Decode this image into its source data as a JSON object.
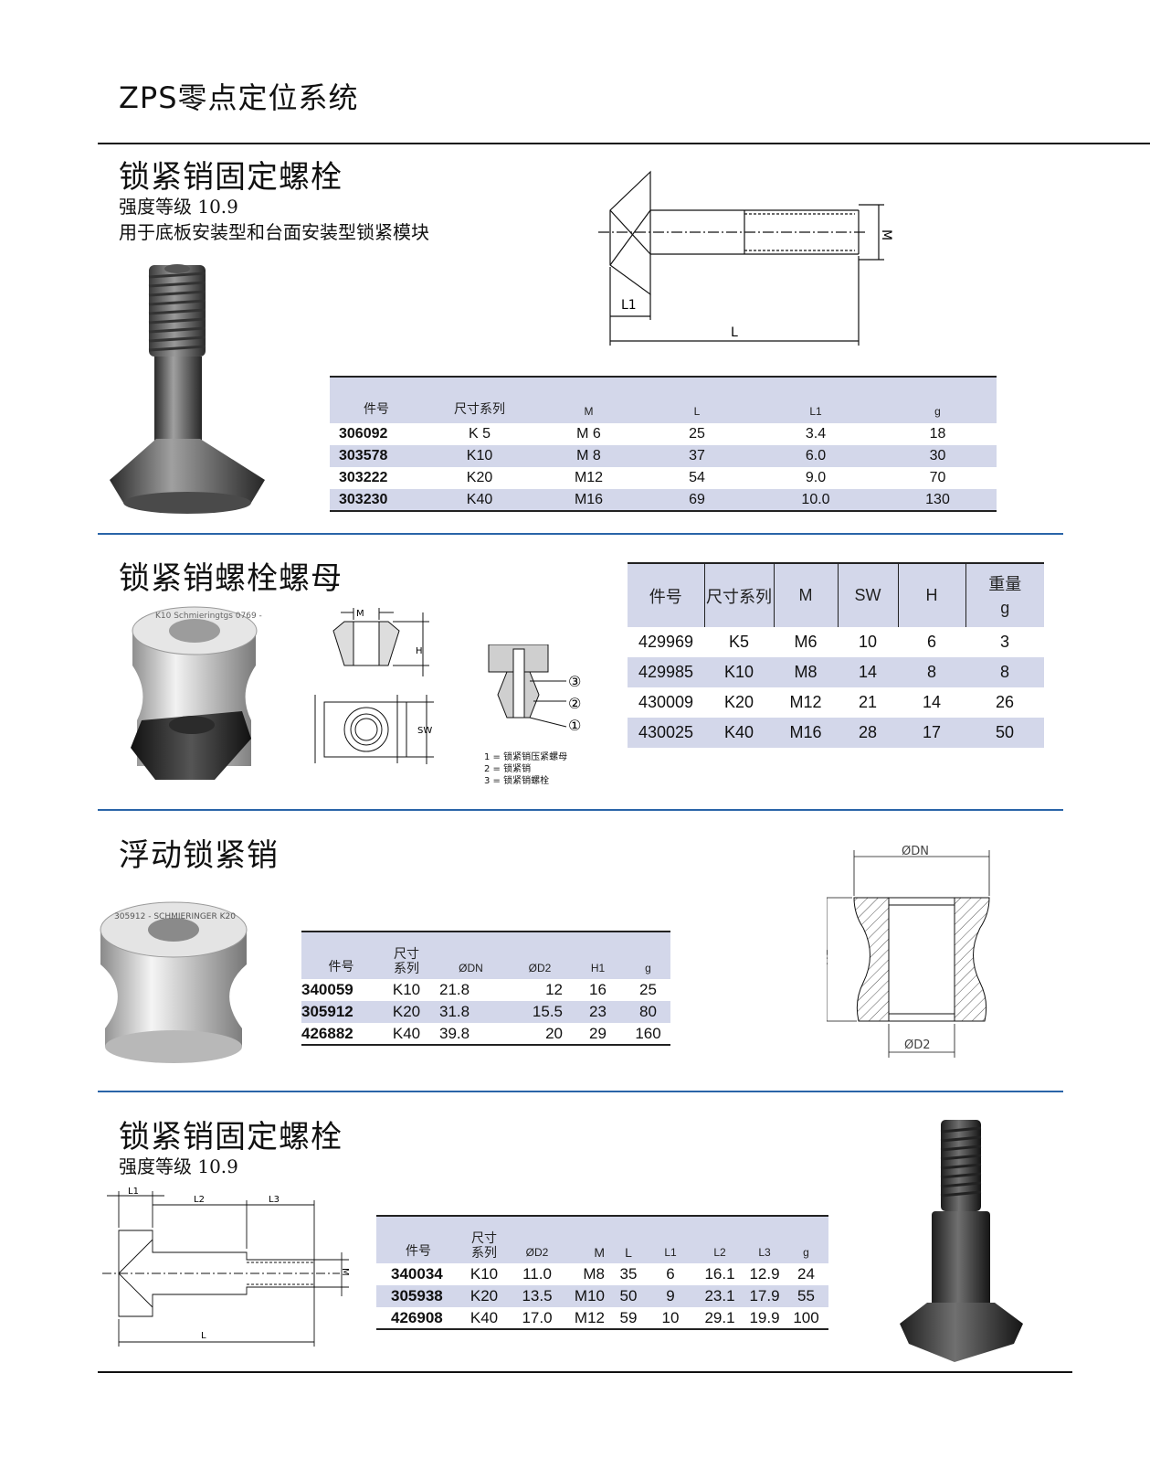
{
  "page_title": "ZPS零点定位系统",
  "colors": {
    "accent_rule": "#2a64a8",
    "table_header": "#d3d7ea"
  },
  "s1": {
    "title": "锁紧销固定螺栓",
    "line1": "强度等级 10.9",
    "line2": "用于底板安装型和台面安装型锁紧模块",
    "dim_labels": {
      "m": "M",
      "l1": "L1",
      "l": "L"
    },
    "headers": [
      "件号",
      "尺寸系列",
      "M",
      "L",
      "L1",
      "g"
    ],
    "rows": [
      [
        "306092",
        "K 5",
        "M 6",
        "25",
        "3.4",
        "18"
      ],
      [
        "303578",
        "K10",
        "M 8",
        "37",
        "6.0",
        "30"
      ],
      [
        "303222",
        "K20",
        "M12",
        "54",
        "9.0",
        "70"
      ],
      [
        "303230",
        "K40",
        "M16",
        "69",
        "10.0",
        "130"
      ]
    ]
  },
  "s2": {
    "title": "锁紧销螺栓螺母",
    "photo_text": "K10 Schmieringtgs 0769 -",
    "dim_labels": {
      "m": "M",
      "h": "H",
      "sw": "SW"
    },
    "callouts": [
      "③",
      "②",
      "①"
    ],
    "legend": [
      "1 = 锁紧销压紧螺母",
      "2 = 锁紧销",
      "3 = 锁紧销螺栓"
    ],
    "headers": [
      "件号",
      "尺寸系列",
      "M",
      "SW",
      "H",
      "重量",
      "g"
    ],
    "rows": [
      [
        "429969",
        "K5",
        "M6",
        "10",
        "6",
        "3"
      ],
      [
        "429985",
        "K10",
        "M8",
        "14",
        "8",
        "8"
      ],
      [
        "430009",
        "K20",
        "M12",
        "21",
        "14",
        "26"
      ],
      [
        "430025",
        "K40",
        "M16",
        "28",
        "17",
        "50"
      ]
    ]
  },
  "s3": {
    "title": "浮动锁紧销",
    "photo_text": "305912 - SCHMIERINGER K20",
    "dim_labels": {
      "dn": "ØDN",
      "d2": "ØD2",
      "h1": "H1"
    },
    "headers": [
      "件号",
      "尺寸",
      "系列",
      "ØDN",
      "ØD2",
      "H1",
      "g"
    ],
    "rows": [
      [
        "340059",
        "K10",
        "21.8",
        "12",
        "16",
        "25"
      ],
      [
        "305912",
        "K20",
        "31.8",
        "15.5",
        "23",
        "80"
      ],
      [
        "426882",
        "K40",
        "39.8",
        "20",
        "29",
        "160"
      ]
    ]
  },
  "s4": {
    "title": "锁紧销固定螺栓",
    "line1": "强度等级 10.9",
    "dim_labels": {
      "l1": "L1",
      "l2": "L2",
      "l3": "L3",
      "m": "M",
      "l": "L"
    },
    "headers": [
      "件号",
      "尺寸",
      "系列",
      "ØD2",
      "M",
      "L",
      "L1",
      "L2",
      "L3",
      "g"
    ],
    "rows": [
      [
        "340034",
        "K10",
        "11.0",
        "M8",
        "35",
        "6",
        "16.1",
        "12.9",
        "24"
      ],
      [
        "305938",
        "K20",
        "13.5",
        "M10",
        "50",
        "9",
        "23.1",
        "17.9",
        "55"
      ],
      [
        "426908",
        "K40",
        "17.0",
        "M12",
        "59",
        "10",
        "29.1",
        "19.9",
        "100"
      ]
    ]
  }
}
